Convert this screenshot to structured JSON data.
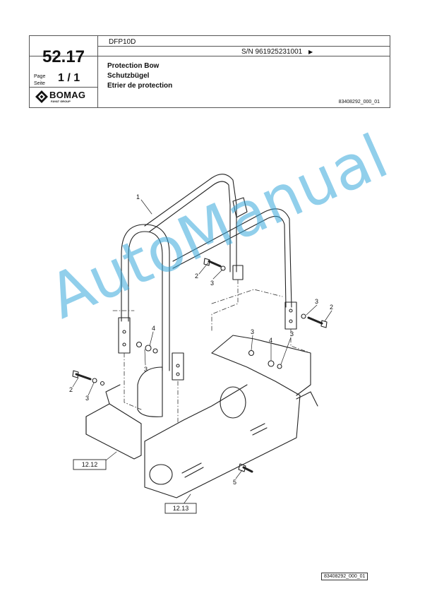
{
  "header": {
    "model": "DFP10D",
    "serial": "S/N 961925231001",
    "serial_arrow": "▶",
    "page_number": "52.17",
    "page_label_en": "Page",
    "page_label_de": "Seite",
    "page_value": "1 / 1",
    "brand": "BOMAG",
    "brand_sub": "FAYAT GROUP",
    "titles": [
      "Protection Bow",
      "Schutzbügel",
      "Etrier de protection"
    ],
    "doc_ref": "83408292_000_01"
  },
  "drawing": {
    "callouts": [
      "1",
      "2",
      "3",
      "3",
      "2",
      "4",
      "3",
      "3",
      "4",
      "3",
      "2",
      "3",
      "5"
    ],
    "ref_boxes": [
      "12.12",
      "12.13"
    ]
  },
  "footer": {
    "doc_ref": "83408292_000_01"
  },
  "watermark": "AutoManual"
}
